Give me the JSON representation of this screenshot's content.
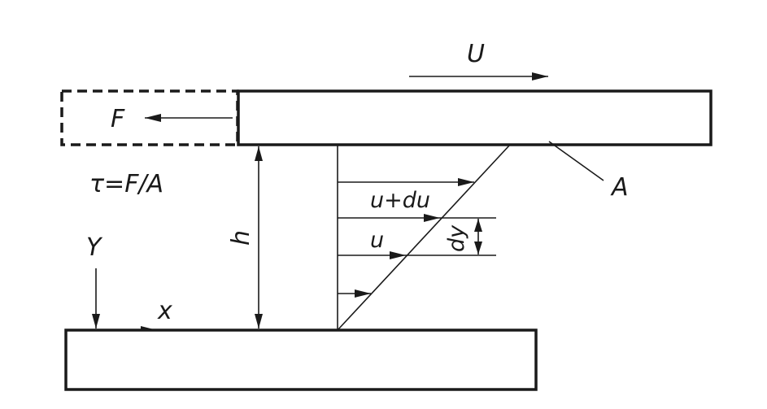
{
  "labels": {
    "velocity_U": "U",
    "force_F": "F",
    "shear_stress_formula": "τ=F/A",
    "area_A": "A",
    "gap_h": "h",
    "axis_Y": "Y",
    "axis_x": "x",
    "velocity_u_plus_du": "u+du",
    "velocity_u": "u",
    "increment_dy": "dy"
  }
}
